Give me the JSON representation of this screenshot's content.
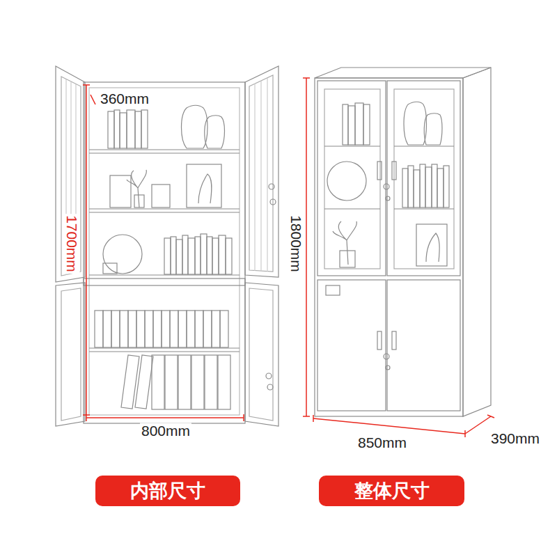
{
  "diagram": {
    "nodes": [
      {
        "text": [
          "内部尺寸"
        ]
      },
      {
        "text": [
          "整体尺寸"
        ]
      }
    ],
    "labels": [
      "360mm",
      "1700mm",
      "800mm",
      "1800mm",
      "850mm",
      "390mm"
    ]
  }
}
